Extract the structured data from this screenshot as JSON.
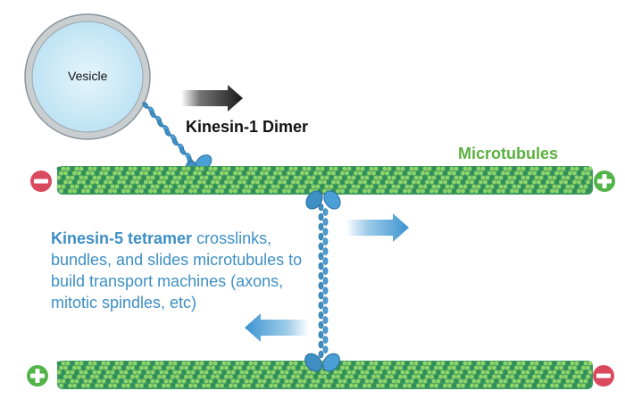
{
  "labels": {
    "vesicle": "Vesicle",
    "kinesin1": "Kinesin-1 Dimer",
    "microtubules": "Microtubules",
    "kinesin5_bold": "Kinesin-5 tetramer",
    "kinesin5_lines": [
      " crosslinks,",
      "bundles, and slides microtubules to",
      "build transport machines (axons,",
      "mitotic spindles, etc)"
    ]
  },
  "polarity": {
    "top_left": "minus",
    "top_right": "plus",
    "bottom_left": "plus",
    "bottom_right": "minus"
  },
  "colors": {
    "microtubule_light": "#8fd36a",
    "microtubule_dark": "#2f8e5a",
    "motor_blue": "#3d8fc4",
    "arrow_blue": "#4a9fd6",
    "minus_pole": "#d94a5f",
    "plus_pole": "#52b448",
    "vesicle_fill": "#d5eefa",
    "vesicle_ring": "#a9b2b8",
    "kinesin1_arrow": "#1a1a1a"
  },
  "icons": [
    "minus-pole-icon",
    "plus-pole-icon",
    "right-arrow-icon",
    "left-arrow-icon"
  ]
}
